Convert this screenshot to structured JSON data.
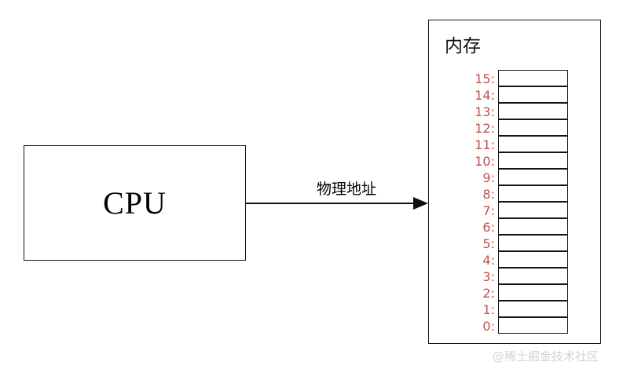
{
  "diagram": {
    "title": "CPU to Memory physical address access diagram",
    "background_color": "#ffffff",
    "stroke_color": "#13131b",
    "index_color": "#bf504d"
  },
  "cpu": {
    "label": "CPU"
  },
  "arrow": {
    "label": "物理地址",
    "direction": "right",
    "head": "solid-triangle"
  },
  "memory": {
    "title": "内存",
    "cell_count": 16,
    "rows": [
      {
        "index": "15:"
      },
      {
        "index": "14:"
      },
      {
        "index": "13:"
      },
      {
        "index": "12:"
      },
      {
        "index": "11:"
      },
      {
        "index": "10:"
      },
      {
        "index": "9:"
      },
      {
        "index": "8:"
      },
      {
        "index": "7:"
      },
      {
        "index": "6:"
      },
      {
        "index": "5:"
      },
      {
        "index": "4:"
      },
      {
        "index": "3:"
      },
      {
        "index": "2:"
      },
      {
        "index": "1:"
      },
      {
        "index": "0:"
      }
    ]
  },
  "watermark": {
    "text": "@稀土掘金技术社区"
  }
}
